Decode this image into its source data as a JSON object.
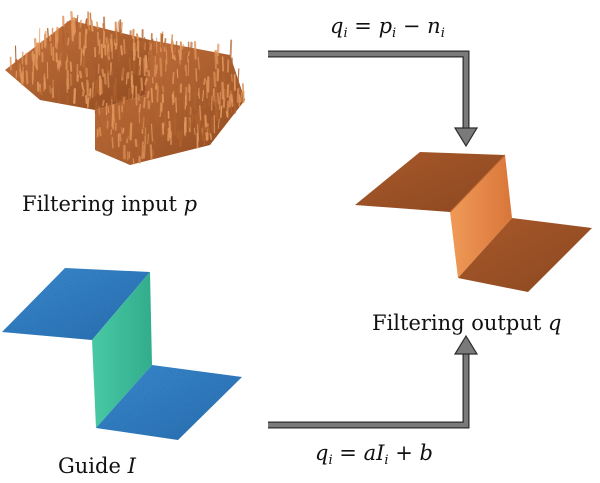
{
  "labels": {
    "filtering_input": "Filtering input",
    "filtering_input_symbol": "p",
    "filtering_output": "Filtering output",
    "filtering_output_symbol": "q",
    "guide": "Guide",
    "guide_symbol": "I"
  },
  "formulas": {
    "top": {
      "lhs": "q",
      "lhs_sub": "i",
      "t1": "p",
      "t1_sub": "i",
      "t2": "n",
      "t2_sub": "i"
    },
    "bottom": {
      "lhs": "q",
      "lhs_sub": "i",
      "coef": "a",
      "var": "I",
      "var_sub": "i",
      "offset": "b"
    }
  },
  "colors": {
    "noisy_surface": "#b0622e",
    "noisy_highlight": "#e0955a",
    "output_top": "#9e5226",
    "output_step": "#e98a4a",
    "guide_top": "#2f80c4",
    "guide_step": "#3fbf9a",
    "arrow": "#707070",
    "arrow_edge": "#2e2e2e"
  }
}
